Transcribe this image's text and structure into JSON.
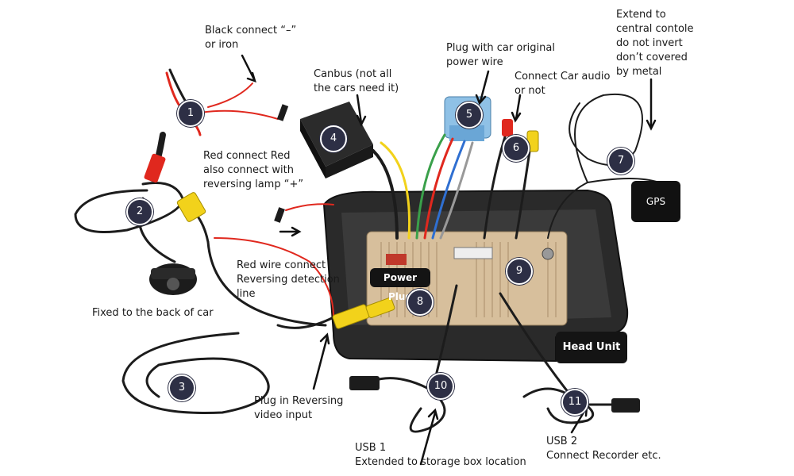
{
  "labels": {
    "black_connect": [
      "Black connect “–”",
      "or iron"
    ],
    "canbus": [
      "Canbus (not all",
      "the cars need it)"
    ],
    "plug_original": [
      "Plug with car original",
      "power wire"
    ],
    "connect_audio": [
      "Connect Car audio",
      "or not"
    ],
    "extend_console": [
      "Extend to",
      "central contole",
      "do not invert",
      "don’t covered",
      "by metal"
    ],
    "red_connect": [
      "Red connect Red",
      "also connect with",
      "reversing lamp “+”"
    ],
    "red_wire": [
      "Red wire connect",
      "Reversing detection",
      "line"
    ],
    "fixed_back": [
      "Fixed to the back of car"
    ],
    "plug_reversing": [
      "Plug in Reversing",
      "video input"
    ],
    "usb1": [
      "USB 1",
      "Extended to storage box location"
    ],
    "usb2": [
      "USB 2",
      "Connect Recorder etc."
    ]
  },
  "tags": {
    "gps": "GPS",
    "power_plug": "Power Plug",
    "head_unit": "Head Unit"
  },
  "badges": [
    "1",
    "2",
    "3",
    "4",
    "5",
    "6",
    "7",
    "8",
    "9",
    "10",
    "11"
  ],
  "colors": {
    "badge": "#2d2f45",
    "red_wire": "#e0281e",
    "black_wire": "#1c1c1c",
    "yellow_plug": "#f2d21b",
    "blue_plug": "#8fc1e6",
    "head_unit_panel": "#d7bf9c"
  }
}
